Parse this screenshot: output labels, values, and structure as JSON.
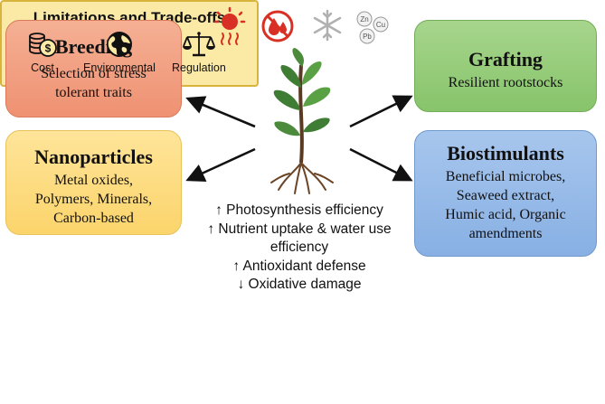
{
  "stress_icons": [
    "heat-icon",
    "no-water-icon",
    "cold-icon",
    "heavy-metal-icon"
  ],
  "heavy_metals": [
    "Zn",
    "Cu",
    "Pb"
  ],
  "breeding": {
    "title": "Breeding",
    "desc_lines": [
      "Selection of stress",
      "tolerant traits"
    ]
  },
  "nanoparticles": {
    "title": "Nanoparticles",
    "desc_lines": [
      "Metal oxides,",
      "Polymers, Minerals,",
      "Carbon-based"
    ]
  },
  "grafting": {
    "title": "Grafting",
    "desc_lines": [
      "Resilient rootstocks"
    ]
  },
  "biostimulants": {
    "title": "Biostimulants",
    "desc_lines": [
      "Beneficial microbes,",
      "Seaweed extract,",
      "Humic acid, Organic",
      "amendments"
    ]
  },
  "effects": [
    "↑ Photosynthesis efficiency",
    "↑ Nutrient uptake & water use",
    "efficiency",
    "↑ Antioxidant defense",
    "↓ Oxidative damage"
  ],
  "limitations": {
    "title": "Limitations and Trade-offs",
    "items": [
      {
        "label": "Cost",
        "icon": "coins-icon"
      },
      {
        "label": "Environmental",
        "icon": "globe-icon"
      },
      {
        "label": "Regulation",
        "icon": "scales-icon"
      }
    ]
  },
  "colors": {
    "breeding": "#ef9172",
    "nanoparticles": "#fbd46b",
    "grafting": "#87c46a",
    "biostimulants": "#88b0e4",
    "limitations": "#fbeaa6"
  }
}
